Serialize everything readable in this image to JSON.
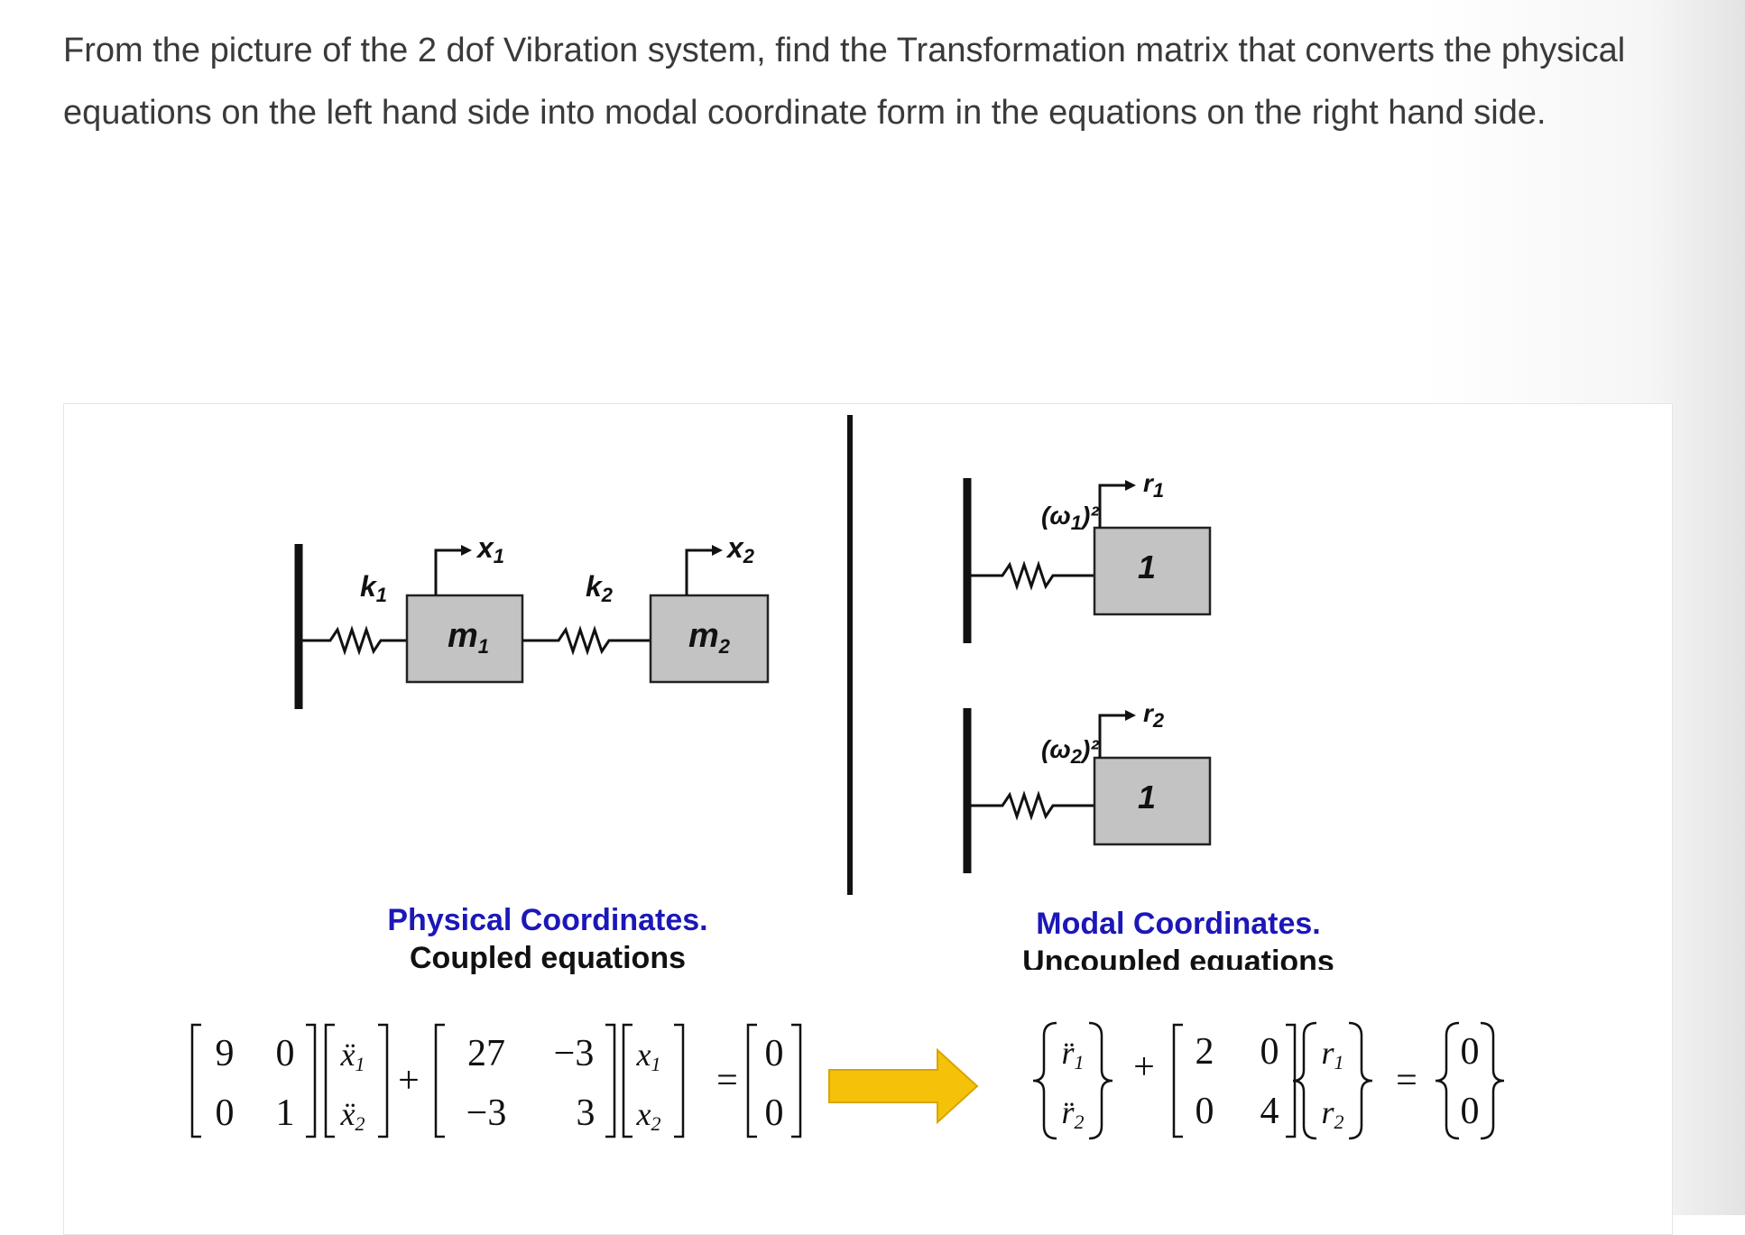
{
  "question": {
    "text": "From the picture of the 2 dof Vibration system, find the Transformation matrix that converts the physical equations on the left hand side into modal coordinate form in the equations on the right hand side."
  },
  "figure": {
    "physical": {
      "k1": "k",
      "k1_sub": "1",
      "k2": "k",
      "k2_sub": "2",
      "m1": "m",
      "m1_sub": "1",
      "m2": "m",
      "m2_sub": "2",
      "x1": "x",
      "x1_sub": "1",
      "x2": "x",
      "x2_sub": "2",
      "caption_title": "Physical Coordinates.",
      "caption_sub": "Coupled equations"
    },
    "modal": {
      "w1": "(ω",
      "w1_sub": "1",
      "w1_end": ")²",
      "w2": "(ω",
      "w2_sub": "2",
      "w2_end": ")²",
      "mass1": "1",
      "mass2": "1",
      "r1": "r",
      "r1_sub": "1",
      "r2": "r",
      "r2_sub": "2",
      "caption_title": "Modal Coordinates.",
      "caption_sub": "Uncoupled equations"
    },
    "equation_physical": {
      "M": [
        [
          "9",
          "0"
        ],
        [
          "0",
          "1"
        ]
      ],
      "xdd": [
        "ẍ",
        "ẍ"
      ],
      "K": [
        [
          "27",
          "−3"
        ],
        [
          "−3",
          "3"
        ]
      ],
      "x": [
        "x",
        "x"
      ],
      "rhs": [
        "0",
        "0"
      ],
      "plus": "+",
      "equals": "="
    },
    "equation_modal": {
      "rdd": [
        "r̈",
        "r̈"
      ],
      "K": [
        [
          "2",
          "0"
        ],
        [
          "0",
          "4"
        ]
      ],
      "r": [
        "r",
        "r"
      ],
      "rhs": [
        "0",
        "0"
      ],
      "plus": "+",
      "equals": "="
    },
    "arrow_color": "#f5c20a"
  }
}
